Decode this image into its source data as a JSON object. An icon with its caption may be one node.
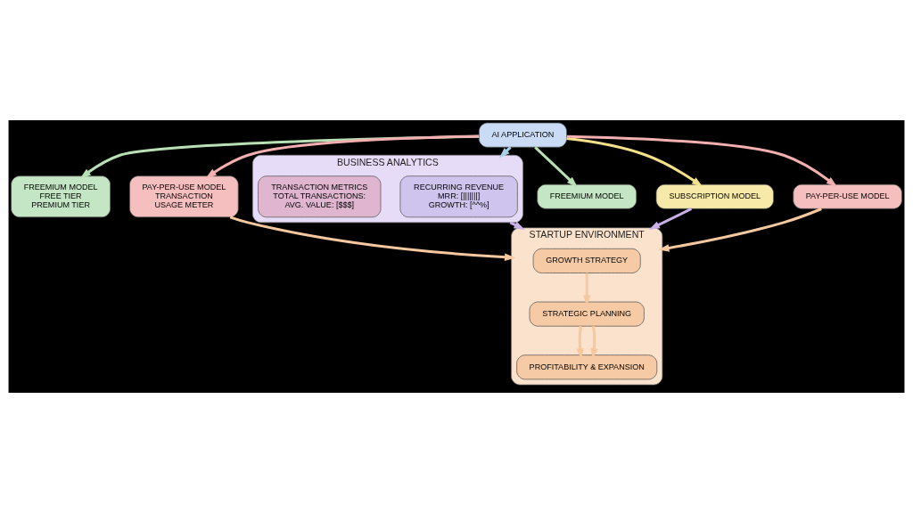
{
  "diagram": {
    "nodes": [
      {
        "text": [
          "AI APPLICATION"
        ]
      },
      {
        "text": [
          "FREEMIUM MODEL",
          "FREE TIER",
          "PREMIUM TIER"
        ]
      },
      {
        "text": [
          "PAY-PER-USE MODEL",
          "TRANSACTION",
          "USAGE METER"
        ]
      },
      {
        "text": [
          "BUSINESS ANALYTICS"
        ]
      },
      {
        "text": [
          "RECURRING REVENUE",
          "MRR: [|||||||]",
          "GROWTH: [^^%]"
        ],
        "in": 3
      },
      {
        "text": [
          "TRANSACTION METRICS",
          "TOTAL TRANSACTIONS:",
          "AVG. VALUE: [$$$]"
        ],
        "in": 3
      },
      {
        "text": [
          "FREEMIUM MODEL"
        ]
      },
      {
        "text": [
          "SUBSCRIPTION MODEL"
        ]
      },
      {
        "text": [
          "PAY-PER-USE MODEL"
        ]
      },
      {
        "text": [
          "STARTUP ENVIRONMENT"
        ]
      },
      {
        "text": [
          "GROWTH STRATEGY"
        ],
        "in": 9
      },
      {
        "text": [
          "STRATEGIC PLANNING"
        ],
        "in": 9
      },
      {
        "text": [
          "PROFITABILITY & EXPANSION"
        ],
        "in": 9
      }
    ],
    "edges": [
      {
        "from": 0,
        "to": 1,
        "arrow": "to",
        "color": "#b9e0b4"
      },
      {
        "from": 0,
        "to": 2,
        "arrow": "to",
        "color": "#f4b0b0"
      },
      {
        "from": 0,
        "to": 3,
        "arrow": "to",
        "color": "#a9cfe6"
      },
      {
        "from": 0,
        "to": 6,
        "arrow": "to",
        "color": "#b9e0b4"
      },
      {
        "from": 0,
        "to": 7,
        "arrow": "to",
        "color": "#f5e08a"
      },
      {
        "from": 0,
        "to": 8,
        "arrow": "to",
        "color": "#f4b0b0"
      },
      {
        "from": 2,
        "to": 9,
        "arrow": "to",
        "color": "#f6c8a0"
      },
      {
        "from": 3,
        "to": 9,
        "arrow": "to",
        "color": "#c9b0e6"
      },
      {
        "from": 7,
        "to": 9,
        "arrow": "to",
        "color": "#c9b0e6"
      },
      {
        "from": 8,
        "to": 9,
        "arrow": "to",
        "color": "#f6c8a0"
      },
      {
        "from": 10,
        "to": 11,
        "arrow": "to",
        "color": "#f6c8a0"
      },
      {
        "from": 11,
        "to": 12,
        "arrow": "to",
        "color": "#f6c8a0"
      },
      {
        "from": 11,
        "to": 12,
        "arrow": "to",
        "color": "#f6c8a0"
      }
    ]
  }
}
